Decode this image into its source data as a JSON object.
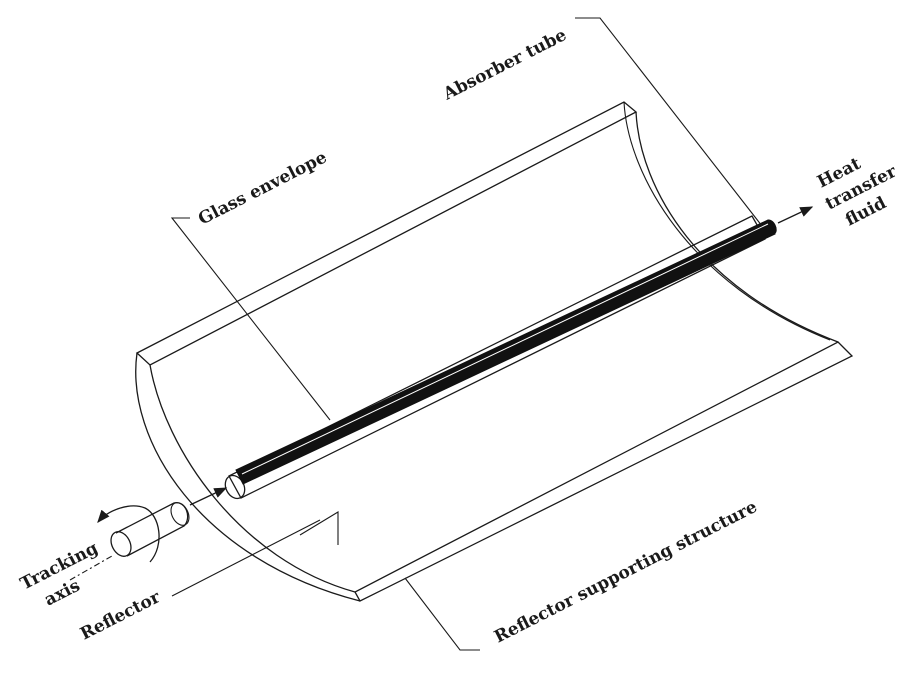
{
  "labels": {
    "absorber_tube": "Absorber tube",
    "glass_envelope": "Glass envelope",
    "heat_transfer_fluid": [
      "Heat",
      "transfer",
      "fluid"
    ],
    "tracking_axis": [
      "Tracking",
      "axis"
    ],
    "reflector": "Reflector",
    "reflector_supporting_structure": "Reflector supporting structure"
  }
}
